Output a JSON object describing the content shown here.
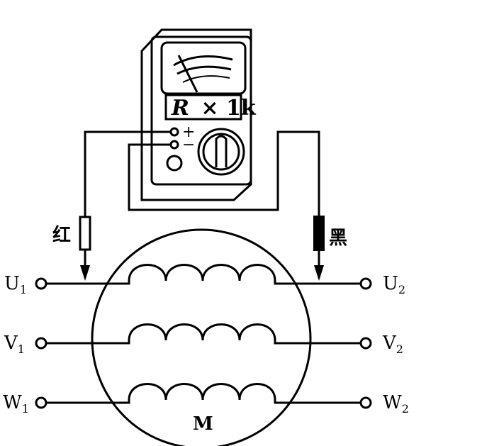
{
  "meter": {
    "range_prefix": "R",
    "range_suffix": "× 1k",
    "plus_sign": "+",
    "minus_sign": "−"
  },
  "probes": {
    "red_label": "红",
    "black_label": "黑"
  },
  "motor": {
    "label": "M",
    "terminals": [
      {
        "letter": "U",
        "sub": "1"
      },
      {
        "letter": "V",
        "sub": "1"
      },
      {
        "letter": "W",
        "sub": "1"
      },
      {
        "letter": "U",
        "sub": "2"
      },
      {
        "letter": "V",
        "sub": "2"
      },
      {
        "letter": "W",
        "sub": "2"
      }
    ]
  },
  "colors": {
    "ink": "#000000",
    "background": "#ffffff",
    "black_probe": "#000000",
    "red_probe_fill": "#ffffff"
  }
}
